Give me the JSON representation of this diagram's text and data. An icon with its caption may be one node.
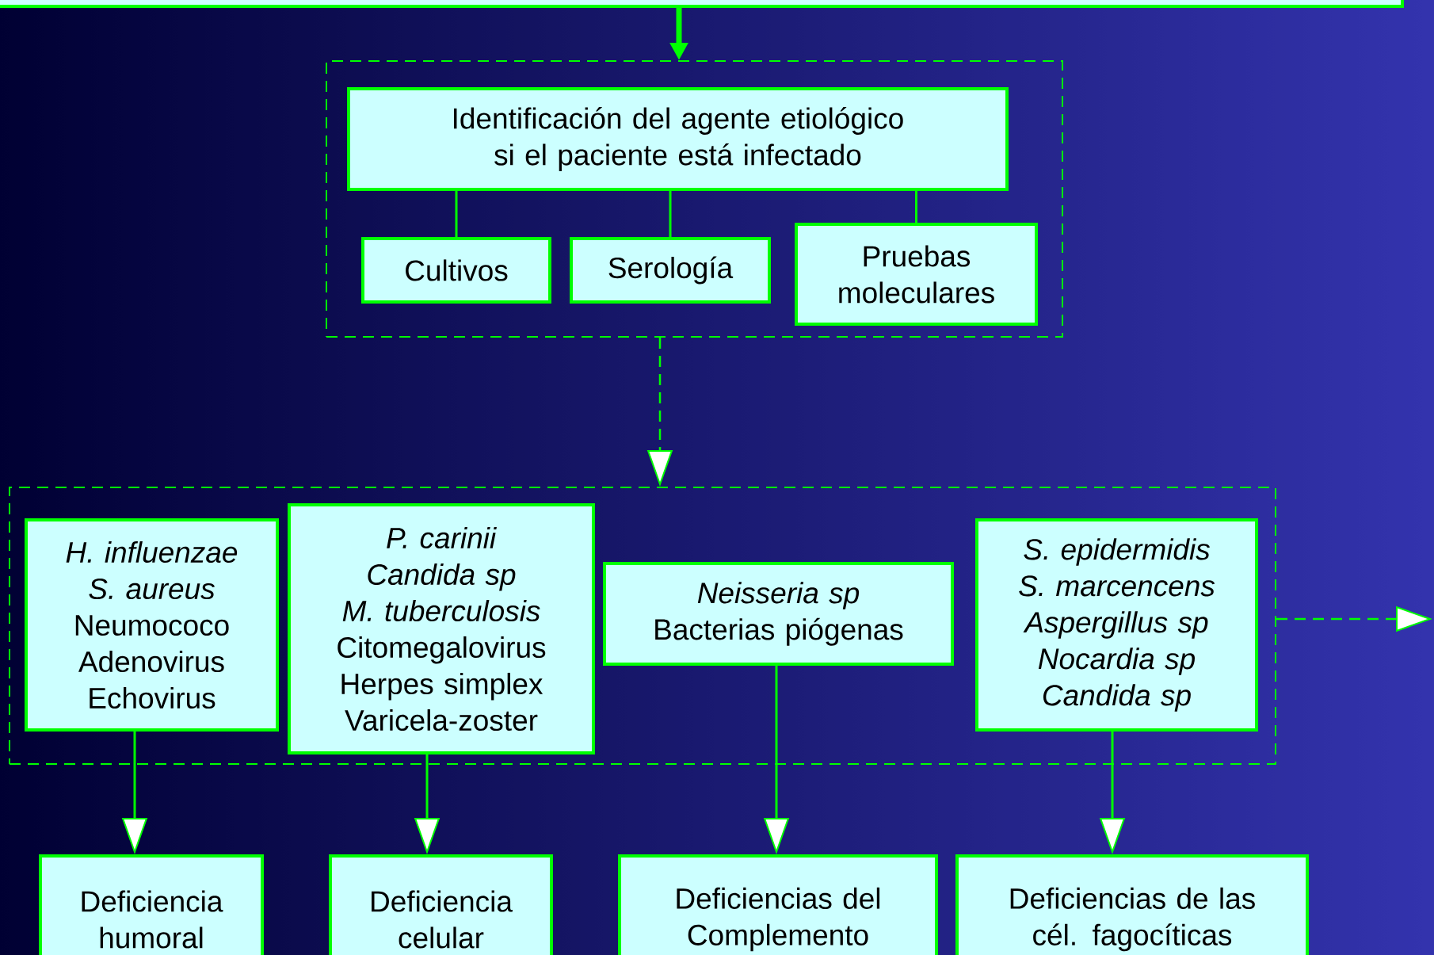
{
  "diagram": {
    "nodes": [
      {
        "text": [],
        "shape": "box"
      },
      {
        "text": [],
        "shape": "box"
      },
      {
        "text": [
          "Identificación del agente etiológico si el paciente está infectado"
        ],
        "in": 1
      },
      {
        "text": [
          "Cultivos"
        ],
        "in": 1
      },
      {
        "text": [
          "Serología"
        ],
        "in": 1
      },
      {
        "text": [
          "Pruebas moleculares"
        ],
        "in": 1
      },
      {
        "text": [],
        "shape": "box"
      },
      {
        "text": [
          "*H. influenzae*",
          "*S. aureus*",
          "Neumococo",
          "Adenovirus",
          "Echovirus"
        ],
        "in": 6
      },
      {
        "text": [
          "*P. carinii*",
          "*Candida sp*",
          "*M. tuberculosis*",
          "Citomegalovirus",
          "Herpes simplex",
          "Varicela-zoster"
        ],
        "in": 6
      },
      {
        "text": [
          "*Neisseria sp*",
          "Bacterias piógenas"
        ],
        "in": 6
      },
      {
        "text": [
          "*S. epidermidis*",
          "*S. marcencens*",
          "*Aspergillus sp*",
          "*Nocardia sp*",
          "*Candida sp*"
        ],
        "in": 6
      },
      {
        "text": [
          "Deficiencia humoral"
        ]
      },
      {
        "text": [
          "Deficiencia celular"
        ]
      },
      {
        "text": [
          "Deficiencias del Complemento"
        ]
      },
      {
        "text": [
          "Deficiencias de las cél. fagocíticas"
        ]
      }
    ],
    "edges": [
      {
        "from": 0,
        "to": 1,
        "arrow": "to",
        "style": "thick"
      },
      {
        "from": 2,
        "to": 3,
        "arrow": "none"
      },
      {
        "from": 2,
        "to": 4,
        "arrow": "none"
      },
      {
        "from": 2,
        "to": 5,
        "arrow": "none"
      },
      {
        "from": 1,
        "to": 6,
        "arrow": "to",
        "style": "dashed"
      },
      {
        "from": 6,
        "to": null,
        "arrow": "to",
        "style": "dashed"
      },
      {
        "from": 7,
        "to": 11,
        "arrow": "to"
      },
      {
        "from": 8,
        "to": 12,
        "arrow": "to"
      },
      {
        "from": 9,
        "to": 13,
        "arrow": "to"
      },
      {
        "from": 10,
        "to": 14,
        "arrow": "to"
      }
    ]
  }
}
